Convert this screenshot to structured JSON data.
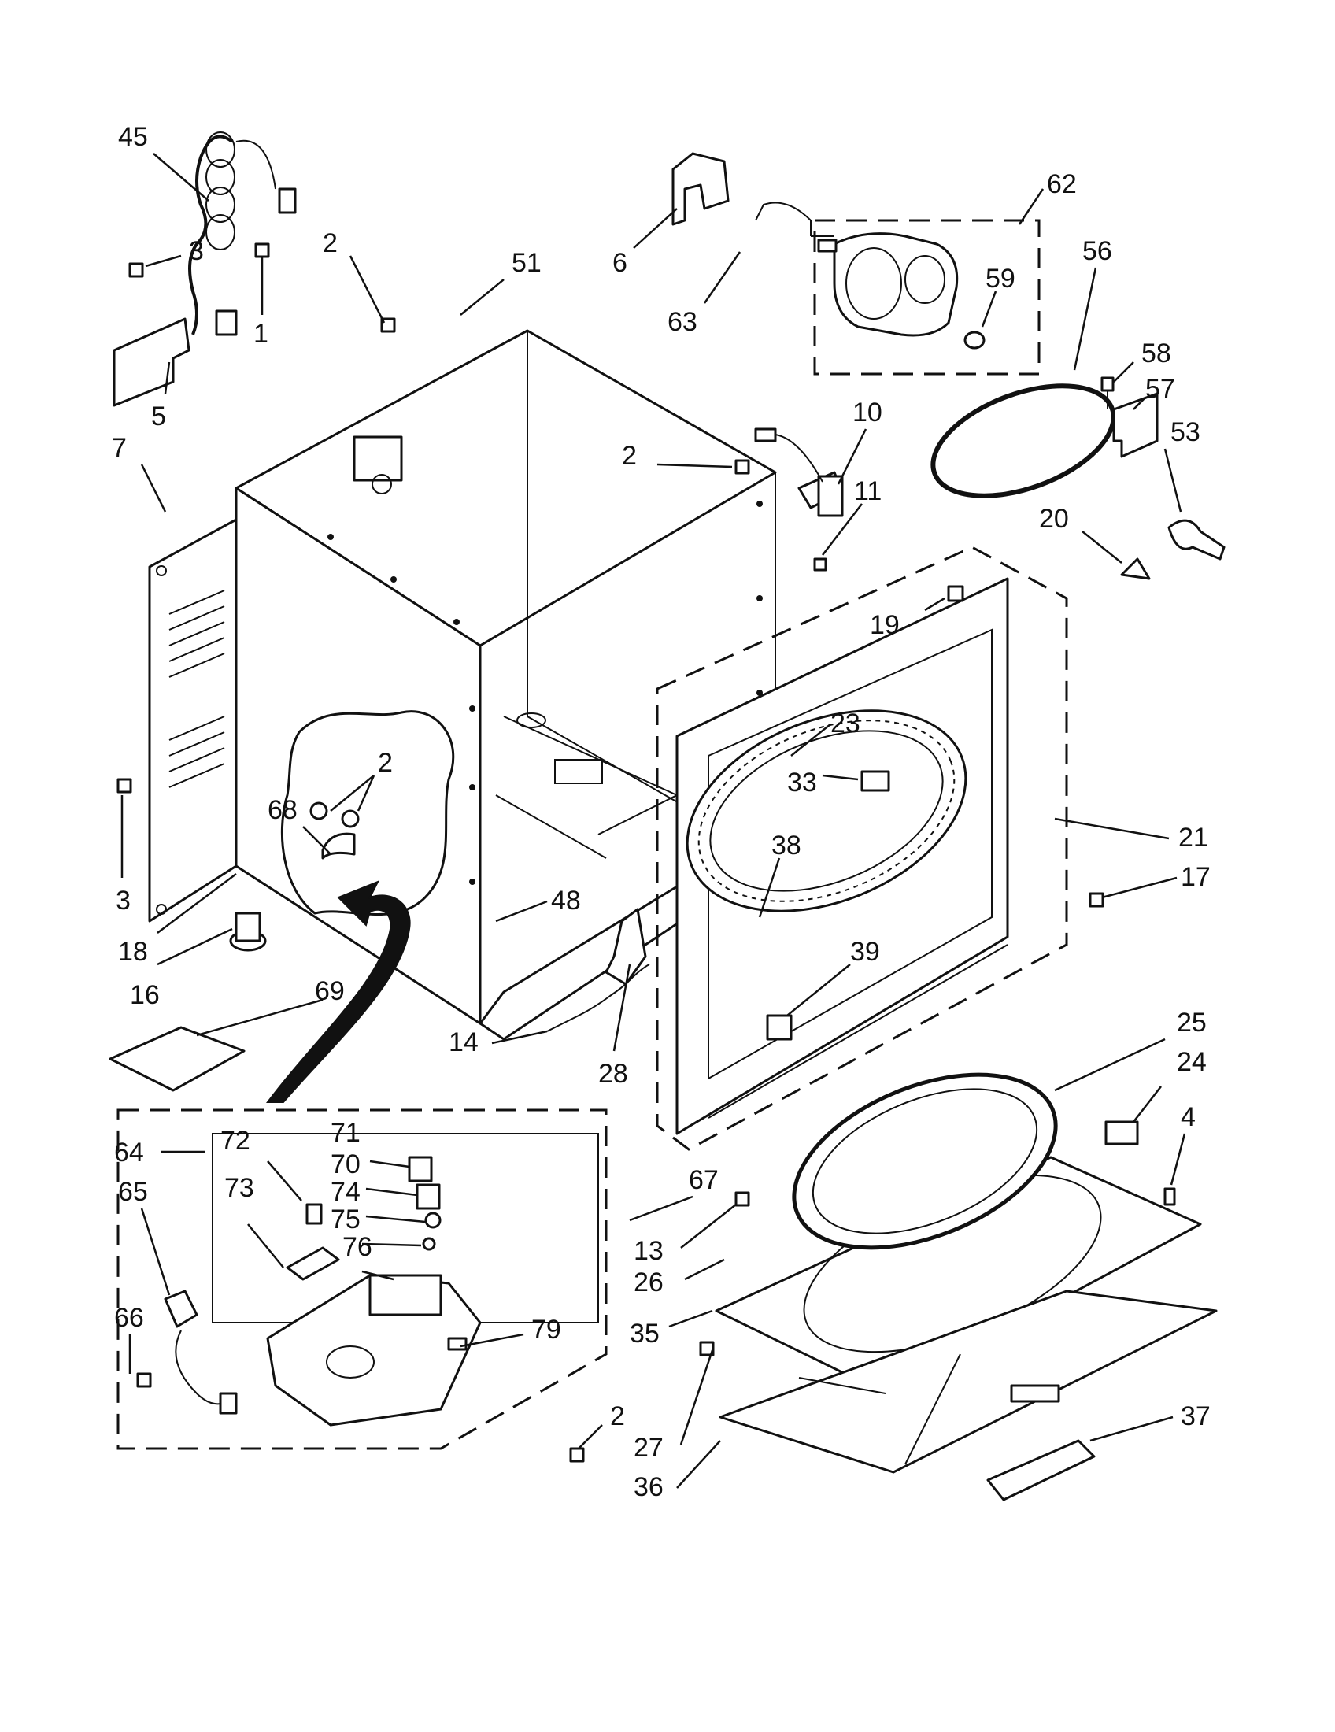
{
  "labels": [
    {
      "id": "l45",
      "text": "45"
    },
    {
      "id": "l3a",
      "text": "3"
    },
    {
      "id": "l1",
      "text": "1"
    },
    {
      "id": "l5",
      "text": "5"
    },
    {
      "id": "l2a",
      "text": "2"
    },
    {
      "id": "l51",
      "text": "51"
    },
    {
      "id": "l7",
      "text": "7"
    },
    {
      "id": "l6",
      "text": "6"
    },
    {
      "id": "l63",
      "text": "63"
    },
    {
      "id": "l62",
      "text": "62"
    },
    {
      "id": "l59",
      "text": "59"
    },
    {
      "id": "l56",
      "text": "56"
    },
    {
      "id": "l58",
      "text": "58"
    },
    {
      "id": "l57",
      "text": "57"
    },
    {
      "id": "l53",
      "text": "53"
    },
    {
      "id": "l10",
      "text": "10"
    },
    {
      "id": "l2b",
      "text": "2"
    },
    {
      "id": "l11",
      "text": "11"
    },
    {
      "id": "l20",
      "text": "20"
    },
    {
      "id": "l19",
      "text": "19"
    },
    {
      "id": "l23",
      "text": "23"
    },
    {
      "id": "l33",
      "text": "33"
    },
    {
      "id": "l21",
      "text": "21"
    },
    {
      "id": "l38",
      "text": "38"
    },
    {
      "id": "l17",
      "text": "17"
    },
    {
      "id": "l2c",
      "text": "2"
    },
    {
      "id": "l68",
      "text": "68"
    },
    {
      "id": "l3b",
      "text": "3"
    },
    {
      "id": "l18",
      "text": "18"
    },
    {
      "id": "l16",
      "text": "16"
    },
    {
      "id": "l48",
      "text": "48"
    },
    {
      "id": "l39",
      "text": "39"
    },
    {
      "id": "l69",
      "text": "69"
    },
    {
      "id": "l14",
      "text": "14"
    },
    {
      "id": "l28",
      "text": "28"
    },
    {
      "id": "l25",
      "text": "25"
    },
    {
      "id": "l24",
      "text": "24"
    },
    {
      "id": "l4",
      "text": "4"
    },
    {
      "id": "l64",
      "text": "64"
    },
    {
      "id": "l72",
      "text": "72"
    },
    {
      "id": "l71",
      "text": "71"
    },
    {
      "id": "l70",
      "text": "70"
    },
    {
      "id": "l73",
      "text": "73"
    },
    {
      "id": "l74",
      "text": "74"
    },
    {
      "id": "l65",
      "text": "65"
    },
    {
      "id": "l75",
      "text": "75"
    },
    {
      "id": "l76",
      "text": "76"
    },
    {
      "id": "l67",
      "text": "67"
    },
    {
      "id": "l13",
      "text": "13"
    },
    {
      "id": "l26",
      "text": "26"
    },
    {
      "id": "l66",
      "text": "66"
    },
    {
      "id": "l79",
      "text": "79"
    },
    {
      "id": "l35",
      "text": "35"
    },
    {
      "id": "l2d",
      "text": "2"
    },
    {
      "id": "l27",
      "text": "27"
    },
    {
      "id": "l37",
      "text": "37"
    },
    {
      "id": "l36",
      "text": "36"
    }
  ]
}
